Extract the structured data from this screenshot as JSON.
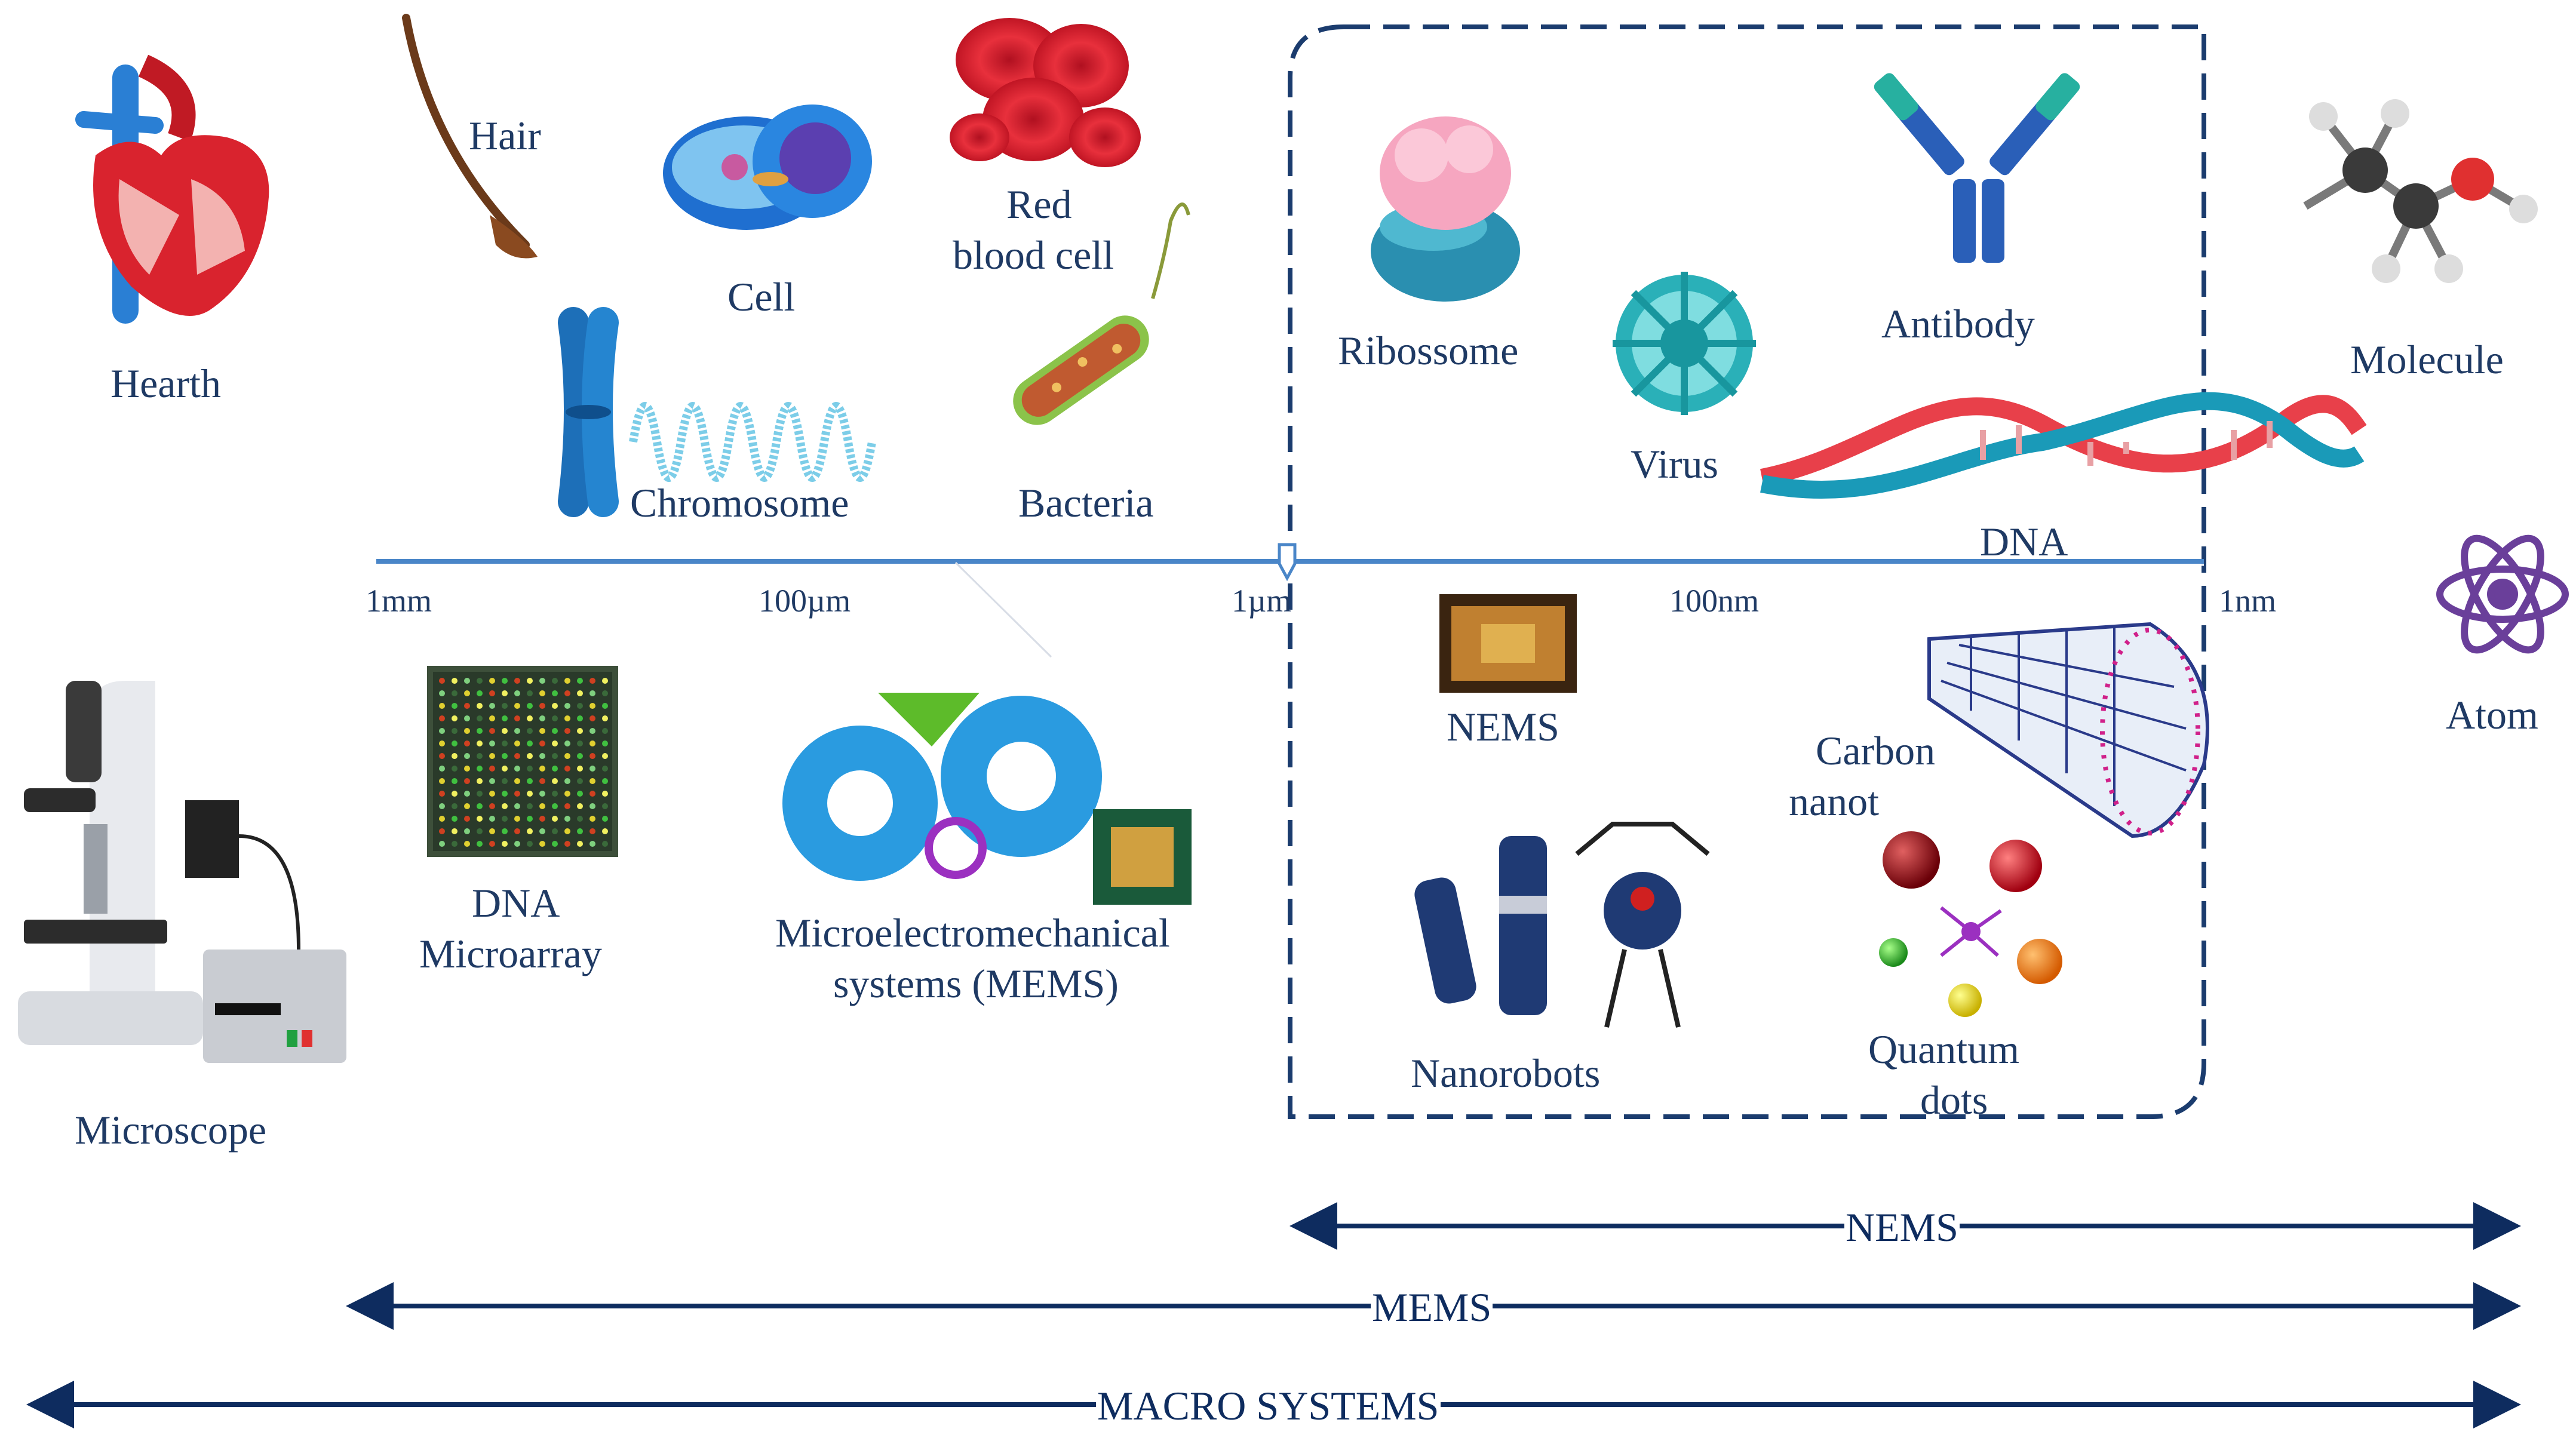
{
  "colors": {
    "navy": "#0e2c5f",
    "label": "#1f3a64",
    "scale_line": "#4a86c8",
    "dashed_box": "#1b3c6e"
  },
  "scale": {
    "ticks": [
      "1mm",
      "100µm",
      "1µm",
      "100nm",
      "1nm"
    ]
  },
  "objects_above": {
    "hearth": "Hearth",
    "hair": "Hair",
    "cell": "Cell",
    "chromosome": "Chromosome",
    "red_blood_cell_line1": "Red",
    "red_blood_cell_line2": "blood cell",
    "bacteria": "Bacteria",
    "ribossome": "Ribossome",
    "virus": "Virus",
    "antibody": "Antibody",
    "dna": "DNA",
    "molecule": "Molecule"
  },
  "objects_below": {
    "microscope": "Microscope",
    "dna_microarray_line1": "DNA",
    "dna_microarray_line2": "Microarray",
    "mems_line1": "Microelectromechanical",
    "mems_line2": "systems (MEMS)",
    "nems": "NEMS",
    "carbon_line1": "Carbon",
    "carbon_line2": "nanot",
    "nanorobots": "Nanorobots",
    "quantum_line1": "Quantum",
    "quantum_line2": "dots",
    "atom": "Atom"
  },
  "icons": {
    "hearth": "heart-icon",
    "hair": "hair-icon",
    "cell": "cell-icon",
    "chromosome": "chromosome-icon",
    "red_blood_cell": "red-blood-cell-icon",
    "bacteria": "bacteria-icon",
    "ribossome": "ribosome-icon",
    "virus": "virus-icon",
    "antibody": "antibody-icon",
    "dna": "dna-helix-icon",
    "molecule": "molecule-icon",
    "atom": "atom-icon",
    "microscope": "microscope-icon",
    "dna_microarray": "microarray-icon",
    "mems": "gears-icon",
    "nems": "nems-chip-icon",
    "carbon": "carbon-nanotube-icon",
    "nanorobots": "nanorobot-icon",
    "quantum": "quantum-dots-icon"
  },
  "ranges": {
    "nems": "NEMS",
    "mems": "MEMS",
    "macro": "MACRO SYSTEMS"
  }
}
